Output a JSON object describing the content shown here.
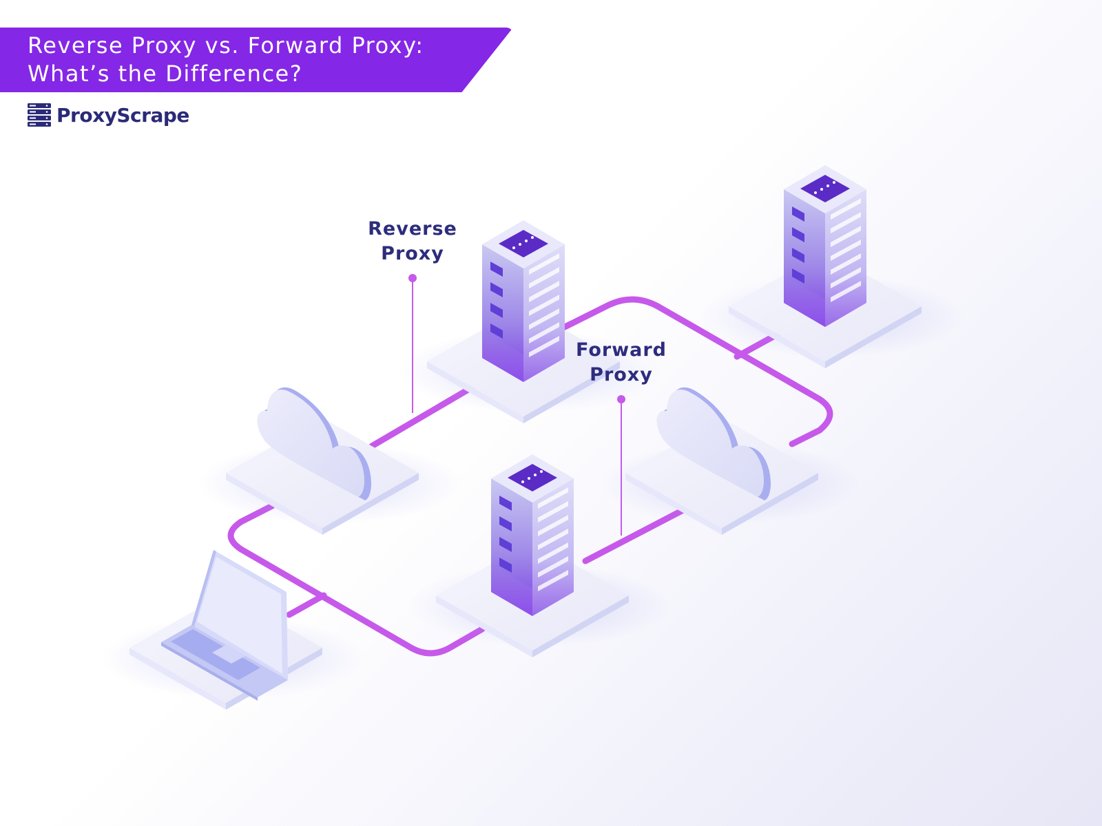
{
  "header": {
    "title_line1": "Reverse Proxy vs. Forward Proxy:",
    "title_line2": "What’s the Difference?",
    "accent_color": "#8527e6"
  },
  "brand": {
    "logo_icon": "server-rack-logo-icon",
    "name": "ProxyScrape",
    "color": "#2b2a78"
  },
  "diagram": {
    "connector_color": "#c659ea",
    "labels": {
      "reverse_proxy": {
        "line1": "Reverse",
        "line2": "Proxy"
      },
      "forward_proxy": {
        "line1": "Forward",
        "line2": "Proxy"
      }
    },
    "nodes": [
      {
        "id": "laptop-client",
        "icon": "laptop-icon"
      },
      {
        "id": "cloud-left",
        "icon": "cloud-icon"
      },
      {
        "id": "reverse-proxy-server",
        "icon": "server-rack-icon"
      },
      {
        "id": "origin-server",
        "icon": "server-rack-icon"
      },
      {
        "id": "forward-proxy-server",
        "icon": "server-rack-icon"
      },
      {
        "id": "cloud-right",
        "icon": "cloud-icon"
      }
    ]
  }
}
